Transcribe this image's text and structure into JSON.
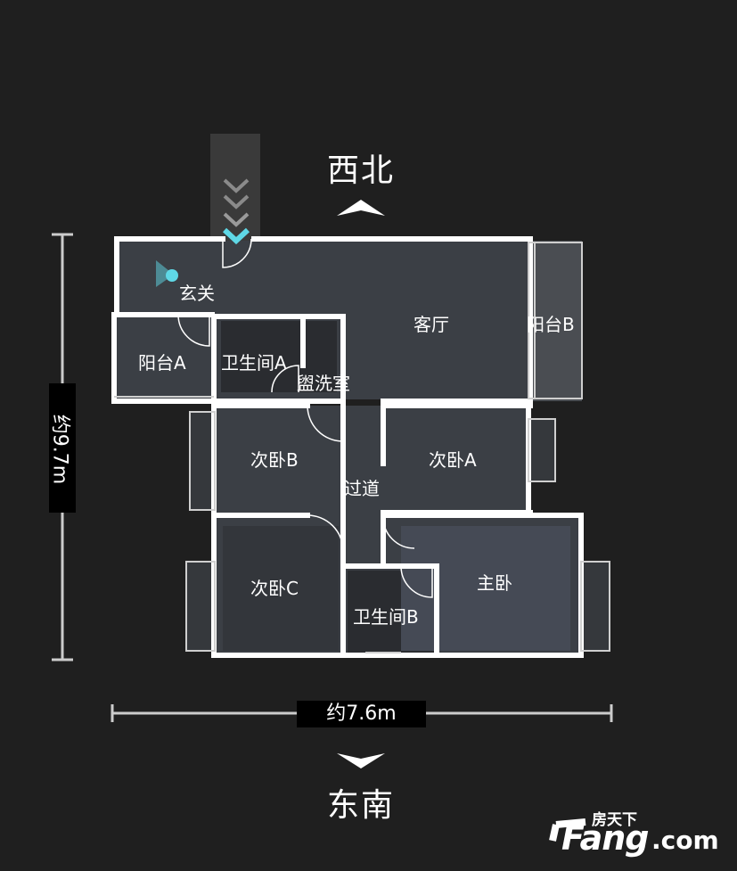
{
  "compass": {
    "north": "西北",
    "south": "东南"
  },
  "dimensions": {
    "height": "约9.7m",
    "width": "约7.6m"
  },
  "rooms": {
    "entrance": "玄关",
    "living": "客厅",
    "balcony_a": "阳台A",
    "balcony_b": "阳台B",
    "bath_a": "卫生间A",
    "washroom": "盥洗室",
    "bed_b": "次卧B",
    "bed_a": "次卧A",
    "hallway": "过道",
    "bed_c": "次卧C",
    "master": "主卧",
    "bath_b": "卫生间B"
  },
  "logo": {
    "top": "房天下",
    "main": "Fang",
    "suffix": ".com"
  },
  "colors": {
    "background": "#1f1f1f",
    "floor": "#3a3d42",
    "wall": "#ffffff",
    "marker": "#5fd8e6"
  }
}
